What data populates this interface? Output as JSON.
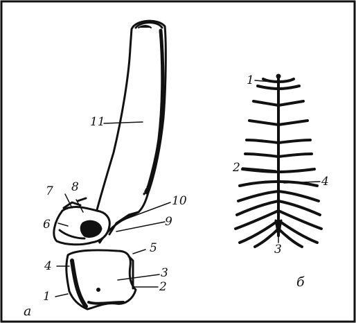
{
  "colors": {
    "ink": "#111111",
    "paper": "#ffffff"
  },
  "panel_a": {
    "panel_label": "a",
    "labels": {
      "l1": "1",
      "l2": "2",
      "l3": "3",
      "l4": "4",
      "l5": "5",
      "l6": "6",
      "l7": "7",
      "l8": "8",
      "l9": "9",
      "l10": "10",
      "l11": "11"
    }
  },
  "panel_b": {
    "panel_label": "б",
    "labels": {
      "l1": "1",
      "l2": "2",
      "l3": "3",
      "l4": "4"
    }
  }
}
